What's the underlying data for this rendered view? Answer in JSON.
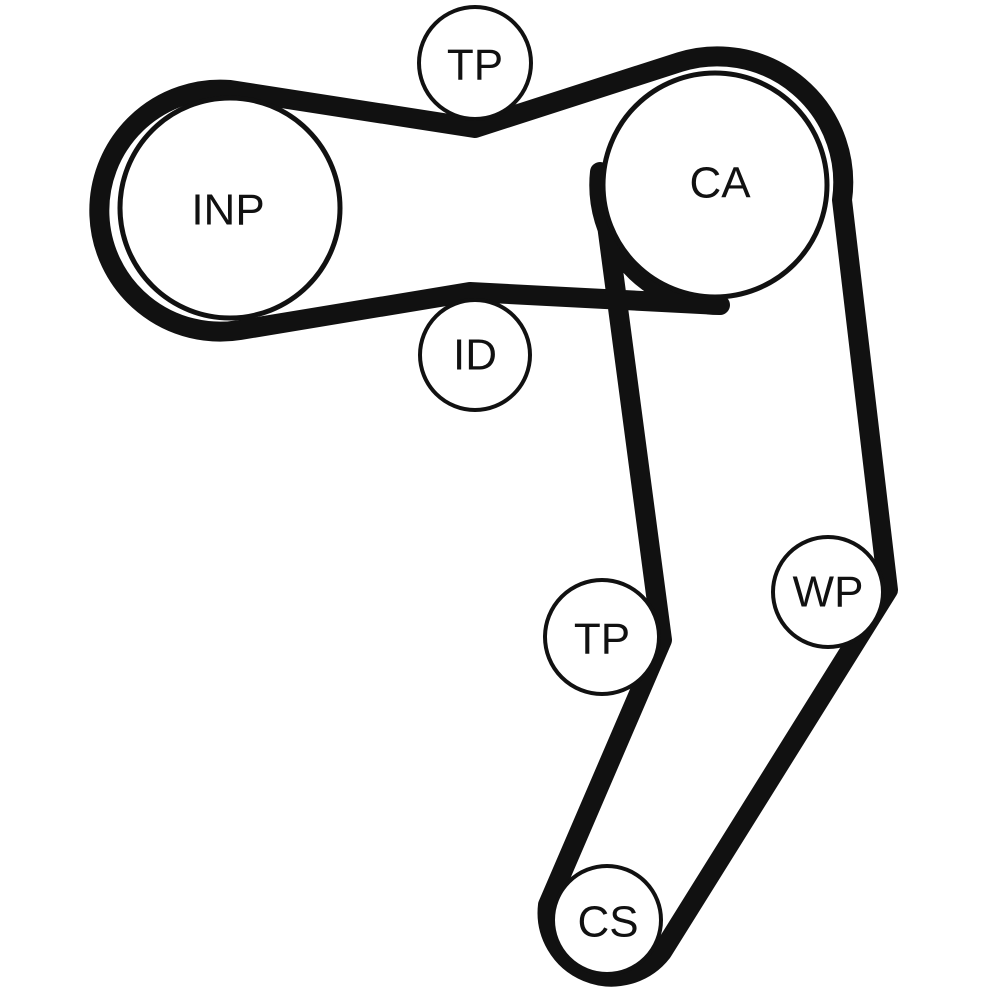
{
  "diagram": {
    "pulleys": [
      {
        "id": "inp",
        "label": "INP"
      },
      {
        "id": "tp-top",
        "label": "TP"
      },
      {
        "id": "ca",
        "label": "CA"
      },
      {
        "id": "id",
        "label": "ID"
      },
      {
        "id": "tp-lower",
        "label": "TP"
      },
      {
        "id": "wp",
        "label": "WP"
      },
      {
        "id": "cs",
        "label": "CS"
      }
    ],
    "colors": {
      "belt": "#111111",
      "pulley_fill": "#ffffff",
      "pulley_stroke": "#111111"
    }
  }
}
